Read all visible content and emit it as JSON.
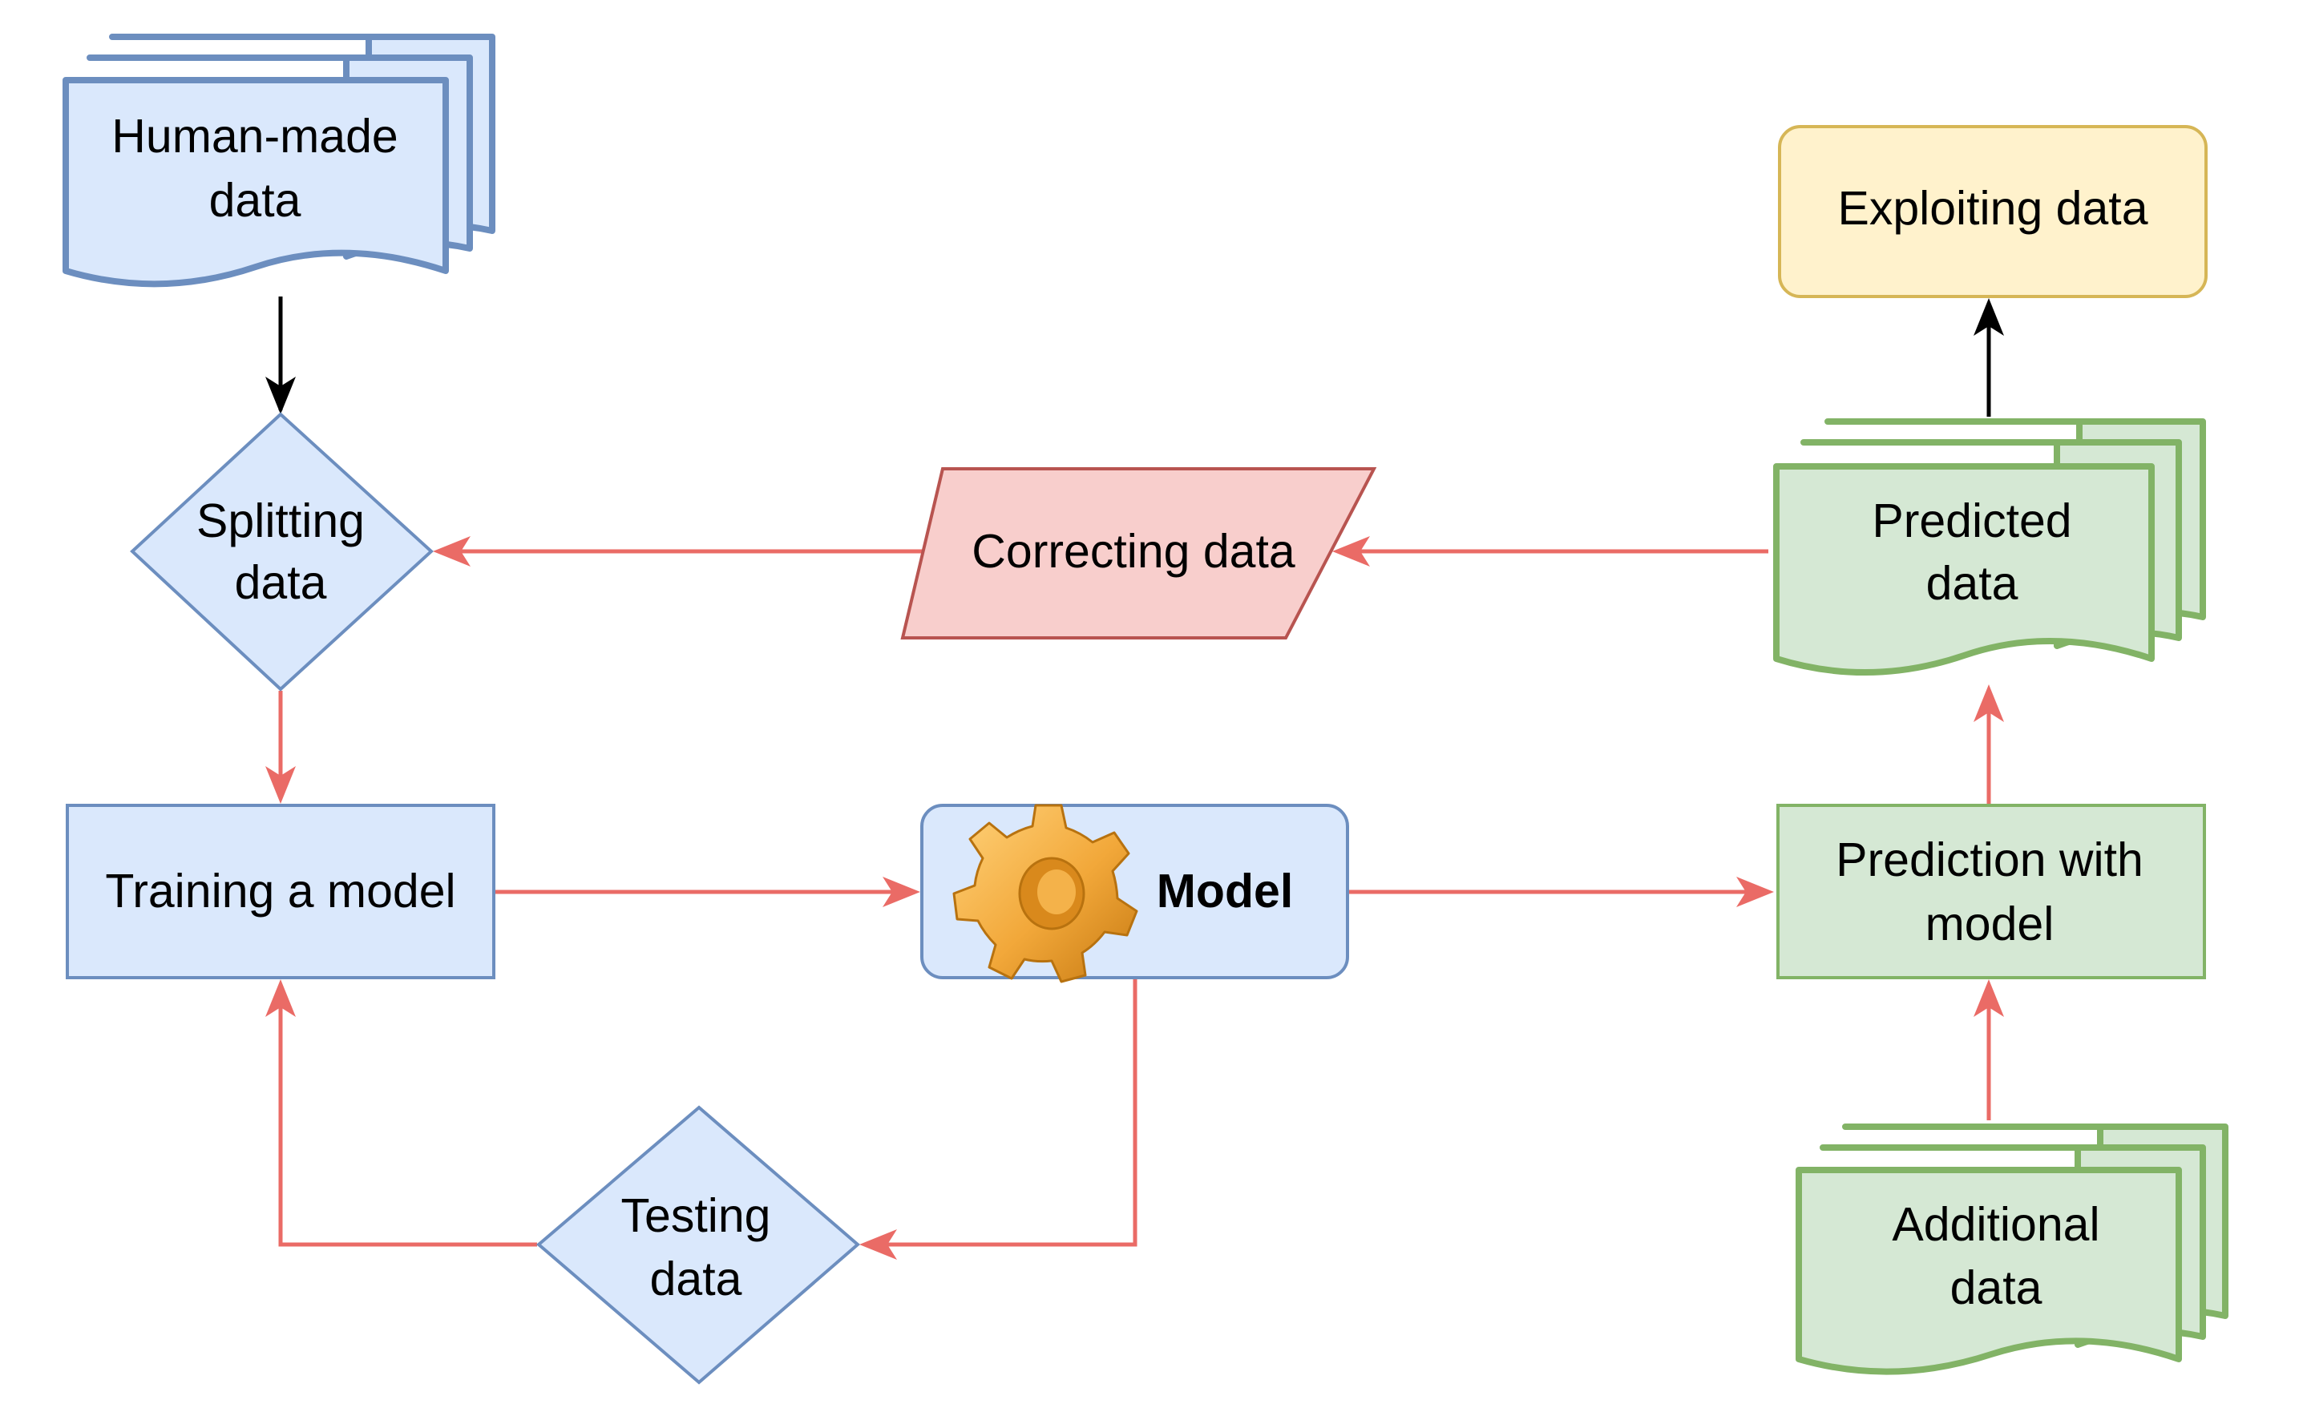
{
  "nodes": {
    "human_made_data": {
      "line1": "Human-made",
      "line2": "data"
    },
    "splitting_data": {
      "line1": "Splitting",
      "line2": "data"
    },
    "training_model": {
      "label": "Training a model"
    },
    "model": {
      "label": "Model"
    },
    "testing_data": {
      "line1": "Testing",
      "line2": "data"
    },
    "correcting_data": {
      "label": "Correcting data"
    },
    "predicted_data": {
      "line1": "Predicted",
      "line2": "data"
    },
    "exploiting_data": {
      "label": "Exploiting data"
    },
    "prediction_with_model": {
      "line1": "Prediction with",
      "line2": "model"
    },
    "additional_data": {
      "line1": "Additional",
      "line2": "data"
    }
  },
  "colors": {
    "blue_fill": "#dae8fc",
    "blue_stroke": "#6c8ebf",
    "green_fill": "#d5e8d4",
    "green_stroke": "#82b366",
    "red_fill": "#f8cecc",
    "red_stroke": "#b85450",
    "yellow_fill": "#fff2cc",
    "yellow_stroke": "#d6b656",
    "edge_red": "#ea6b66",
    "edge_black": "#000000",
    "gear": "#f2a83a"
  },
  "icons": {
    "model_icon": "gear-icon"
  }
}
